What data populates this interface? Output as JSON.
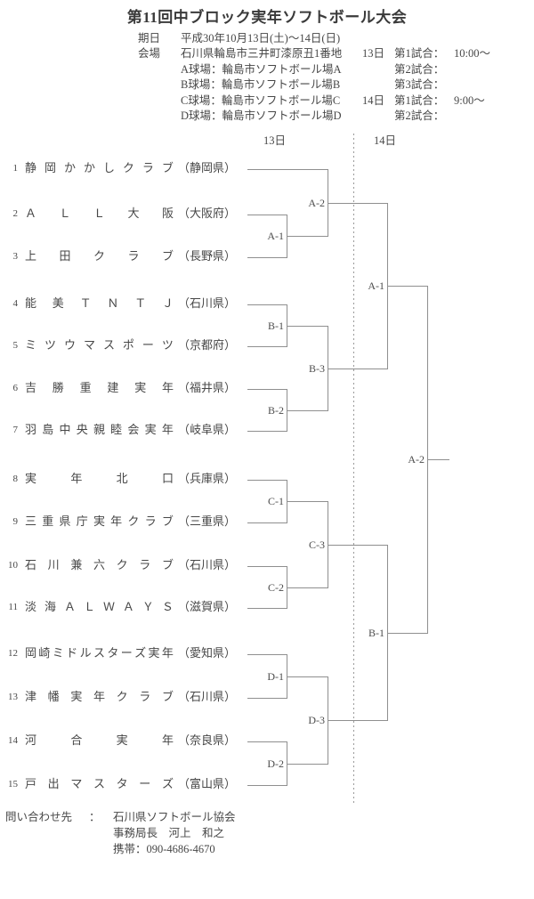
{
  "title": "第11回中ブロック実年ソフトボール大会",
  "info": {
    "date_label": "期日",
    "date_value": "平成30年10月13日(土)～14日(日)",
    "venue_label": "会場",
    "venue_value": "石川県輪島市三井町漆原丑1番地",
    "fields": [
      "A球場：輪島市ソフトボール場A",
      "B球場：輪島市ソフトボール場B",
      "C球場：輪島市ソフトボール場C",
      "D球場：輪島市ソフトボール場D"
    ],
    "schedule": [
      {
        "day": "13日",
        "rows": [
          {
            "label": "第1試合：",
            "time": "10:00～"
          },
          {
            "label": "第2試合：",
            "time": ""
          },
          {
            "label": "第3試合：",
            "time": ""
          }
        ]
      },
      {
        "day": "14日",
        "rows": [
          {
            "label": "第1試合：",
            "time": "9:00～"
          },
          {
            "label": "第2試合：",
            "time": ""
          }
        ]
      }
    ]
  },
  "bracket": {
    "day_headers": [
      "13日",
      "14日"
    ],
    "teams": [
      {
        "no": "1",
        "name": "静岡かかしクラブ",
        "pref": "（静岡県）"
      },
      {
        "no": "2",
        "name": "ＡＬＬ大阪",
        "pref": "（大阪府）"
      },
      {
        "no": "3",
        "name": "上田クラブ",
        "pref": "（長野県）"
      },
      {
        "no": "4",
        "name": "能美ＴＮＴＪ",
        "pref": "（石川県）"
      },
      {
        "no": "5",
        "name": "ミツウマスポーツ",
        "pref": "（京都府）"
      },
      {
        "no": "6",
        "name": "吉勝重建実年",
        "pref": "（福井県）"
      },
      {
        "no": "7",
        "name": "羽島中央親睦会実年",
        "pref": "（岐阜県）"
      },
      {
        "no": "8",
        "name": "実年北口",
        "pref": "（兵庫県）"
      },
      {
        "no": "9",
        "name": "三重県庁実年クラブ",
        "pref": "（三重県）"
      },
      {
        "no": "10",
        "name": "石川兼六クラブ",
        "pref": "（石川県）"
      },
      {
        "no": "11",
        "name": "淡海ＡＬＷＡＹＳ",
        "pref": "（滋賀県）"
      },
      {
        "no": "12",
        "name": "岡崎ミドルスターズ実年",
        "pref": "（愛知県）"
      },
      {
        "no": "13",
        "name": "津幡実年クラブ",
        "pref": "（石川県）"
      },
      {
        "no": "14",
        "name": "河合実年",
        "pref": "（奈良県）"
      },
      {
        "no": "15",
        "name": "戸出マスターズ",
        "pref": "（富山県）"
      }
    ],
    "matches": [
      {
        "id": "13-A1",
        "label": "A-1",
        "round": 1,
        "inputs": [
          "team2",
          "team3"
        ]
      },
      {
        "id": "13-A2",
        "label": "A-2",
        "round": 2,
        "inputs": [
          "team1",
          "13-A1"
        ]
      },
      {
        "id": "13-B1",
        "label": "B-1",
        "round": 1,
        "inputs": [
          "team4",
          "team5"
        ]
      },
      {
        "id": "13-B2",
        "label": "B-2",
        "round": 1,
        "inputs": [
          "team6",
          "team7"
        ]
      },
      {
        "id": "13-B3",
        "label": "B-3",
        "round": 2,
        "inputs": [
          "13-B1",
          "13-B2"
        ]
      },
      {
        "id": "13-C1",
        "label": "C-1",
        "round": 1,
        "inputs": [
          "team8",
          "team9"
        ]
      },
      {
        "id": "13-C2",
        "label": "C-2",
        "round": 1,
        "inputs": [
          "team10",
          "team11"
        ]
      },
      {
        "id": "13-C3",
        "label": "C-3",
        "round": 2,
        "inputs": [
          "13-C1",
          "13-C2"
        ]
      },
      {
        "id": "13-D1",
        "label": "D-1",
        "round": 1,
        "inputs": [
          "team12",
          "team13"
        ]
      },
      {
        "id": "13-D2",
        "label": "D-2",
        "round": 1,
        "inputs": [
          "team14",
          "team15"
        ]
      },
      {
        "id": "13-D3",
        "label": "D-3",
        "round": 2,
        "inputs": [
          "13-D1",
          "13-D2"
        ]
      },
      {
        "id": "14-A1",
        "label": "A-1",
        "round": 3,
        "inputs": [
          "13-A2",
          "13-B3"
        ]
      },
      {
        "id": "14-B1",
        "label": "B-1",
        "round": 3,
        "inputs": [
          "13-C3",
          "13-D3"
        ]
      },
      {
        "id": "14-A2",
        "label": "A-2",
        "round": 4,
        "inputs": [
          "14-A1",
          "14-B1"
        ]
      }
    ]
  },
  "footer": {
    "label": "問い合わせ先",
    "colon": "：",
    "org": "石川県ソフトボール協会",
    "person": "事務局長　河上　和之",
    "phone": "携帯：090-4686-4670"
  }
}
